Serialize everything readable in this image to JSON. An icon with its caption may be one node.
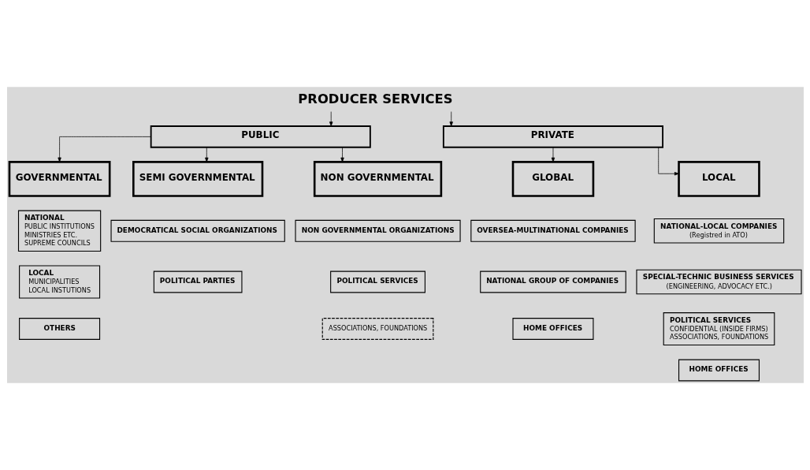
{
  "diagram": {
    "nodes": [
      {
        "text": [
          "PRODUCER SERVICES"
        ]
      },
      {
        "text": [
          "PUBLIC"
        ]
      },
      {
        "text": [
          "PRIVATE"
        ]
      },
      {
        "text": [
          "GOVERNMENTAL"
        ]
      },
      {
        "text": [
          "SEMI GOVERNMENTAL"
        ]
      },
      {
        "text": [
          "NON GOVERNMENTAL"
        ]
      },
      {
        "text": [
          "GLOBAL"
        ]
      },
      {
        "text": [
          "LOCAL"
        ]
      },
      {
        "text": [
          "NATIONAL",
          "PUBLIC INSTITUTIONS",
          "MINISTRIES ETC.",
          "SUPREME COUNCILS"
        ]
      },
      {
        "text": [
          "LOCAL",
          "MUNICIPALITIES",
          "LOCAL INSTUTIONS"
        ]
      },
      {
        "text": [
          "OTHERS"
        ]
      },
      {
        "text": [
          "DEMOCRATICAL SOCIAL ORGANIZATIONS"
        ]
      },
      {
        "text": [
          "POLITICAL PARTIES"
        ]
      },
      {
        "text": [
          "NON GOVERNMENTAL ORGANIZATIONS"
        ]
      },
      {
        "text": [
          "POLITICAL SERVICES"
        ]
      },
      {
        "text": [
          "ASSOCIATIONS, FOUNDATIONS"
        ]
      },
      {
        "text": [
          "OVERSEA-MULTINATIONAL COMPANIES"
        ]
      },
      {
        "text": [
          "NATIONAL GROUP OF COMPANIES"
        ]
      },
      {
        "text": [
          "HOME OFFICES"
        ]
      },
      {
        "text": [
          "NATIONAL-LOCAL COMPANIES",
          "(Registred in ATO)"
        ]
      },
      {
        "text": [
          "SPECIAL-TECHNIC BUSINESS SERVICES",
          "(ENGINEERING, ADVOCACY ETC.)"
        ]
      },
      {
        "text": [
          "POLITICAL SERVICES",
          "CONFIDENTIAL (INSIDE FIRMS)",
          "ASSOCIATIONS, FOUNDATIONS"
        ]
      },
      {
        "text": [
          "HOME OFFICES"
        ]
      }
    ],
    "edges": [
      {
        "from": 0,
        "to": 1,
        "arrow": "to"
      },
      {
        "from": 0,
        "to": 2,
        "arrow": "to"
      },
      {
        "from": 1,
        "to": 3,
        "arrow": "to"
      },
      {
        "from": 1,
        "to": 4,
        "arrow": "to"
      },
      {
        "from": 1,
        "to": 5,
        "arrow": "to"
      },
      {
        "from": 2,
        "to": 6,
        "arrow": "to"
      },
      {
        "from": 2,
        "to": 7,
        "arrow": "to"
      }
    ]
  }
}
